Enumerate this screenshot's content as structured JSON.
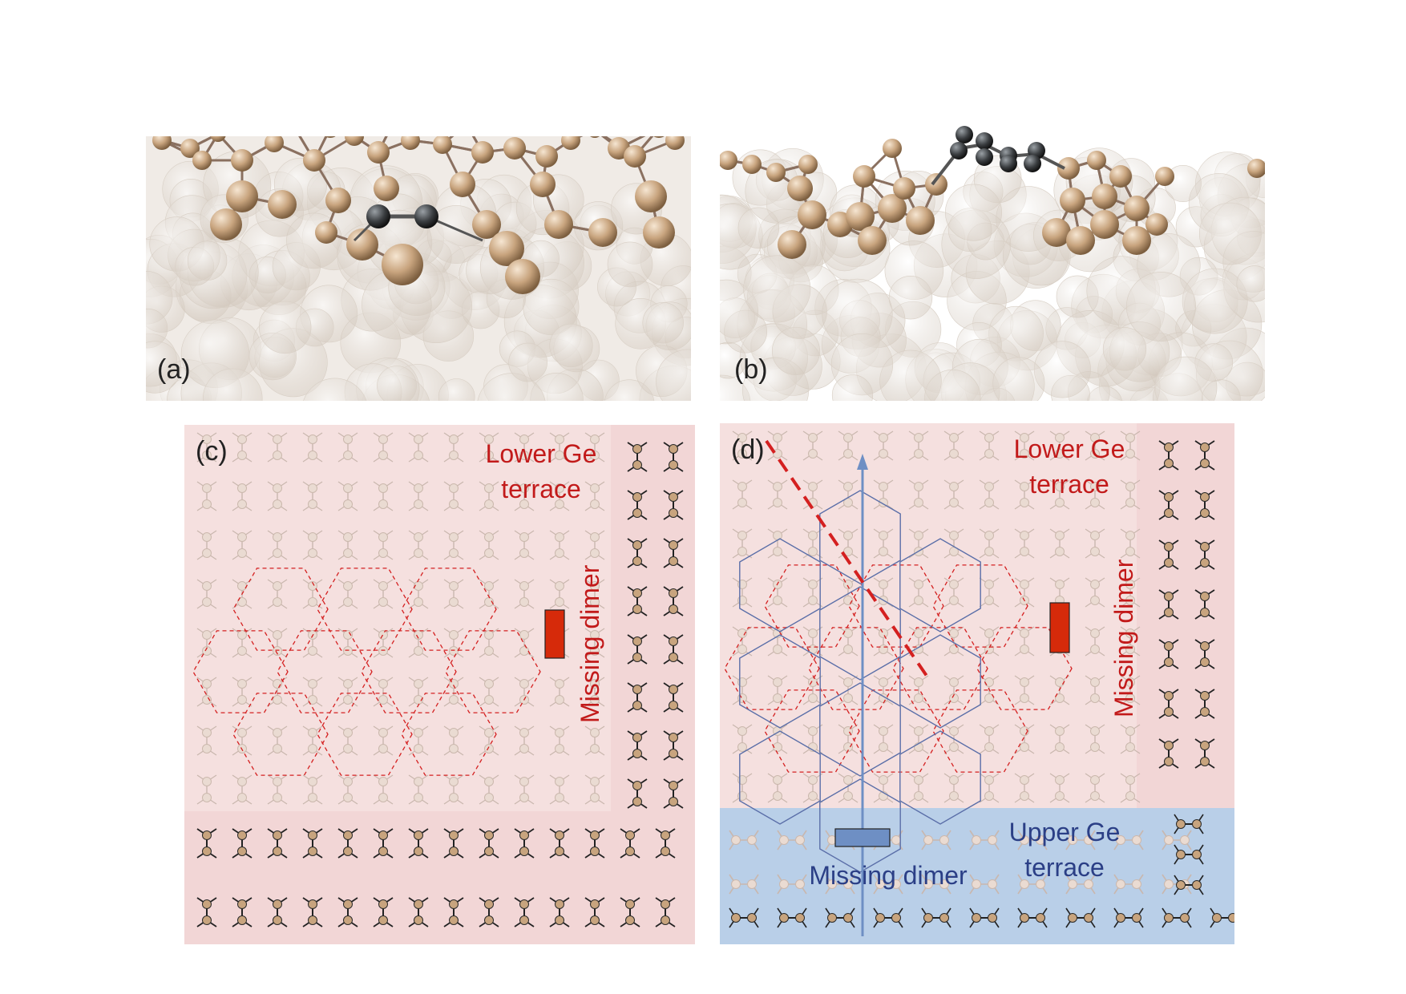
{
  "panels": {
    "a": {
      "label": "(a)"
    },
    "b": {
      "label": "(b)"
    },
    "c": {
      "label": "(c)",
      "lower_terrace_line1": "Lower Ge",
      "lower_terrace_line2": "terrace",
      "missing_dimer": "Missing dimer"
    },
    "d": {
      "label": "(d)",
      "lower_terrace_line1": "Lower Ge",
      "lower_terrace_line2": "terrace",
      "missing_dimer_right": "Missing dimer",
      "missing_dimer_bottom": "Missing dimer",
      "upper_terrace_line1": "Upper Ge",
      "upper_terrace_line2": "terrace"
    }
  },
  "colors": {
    "ge_atom": "#c8a47e",
    "carbon_atom": "#3a3d40",
    "lower_terrace_bg": "#f6dcdc",
    "upper_terrace_bg": "#b9cfe8",
    "missing_dimer_red": "#d62a0a",
    "missing_dimer_blue": "#6e8fc4",
    "red_dash": "#d42020",
    "blue_hex": "#5a6ea8"
  }
}
